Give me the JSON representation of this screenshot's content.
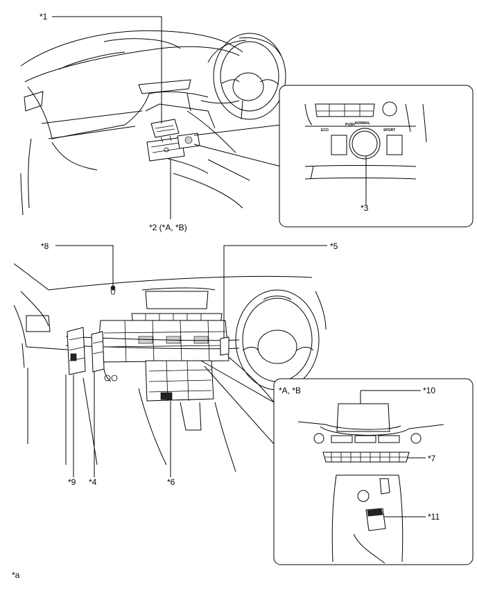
{
  "labels": {
    "l1": "*1",
    "l2": "*2 (*A, *B)",
    "l3": "*3",
    "l4": "*4",
    "l5": "*5",
    "l6": "*6",
    "l7": "*7",
    "l8": "*8",
    "l9": "*9",
    "l10": "*10",
    "l11": "*11",
    "inset_tag": "*A, *B",
    "footer": "*a"
  },
  "drive_mode": {
    "eco": "ECO",
    "sport": "SPORT",
    "normal": "NORMAL",
    "push": "PUSH"
  }
}
